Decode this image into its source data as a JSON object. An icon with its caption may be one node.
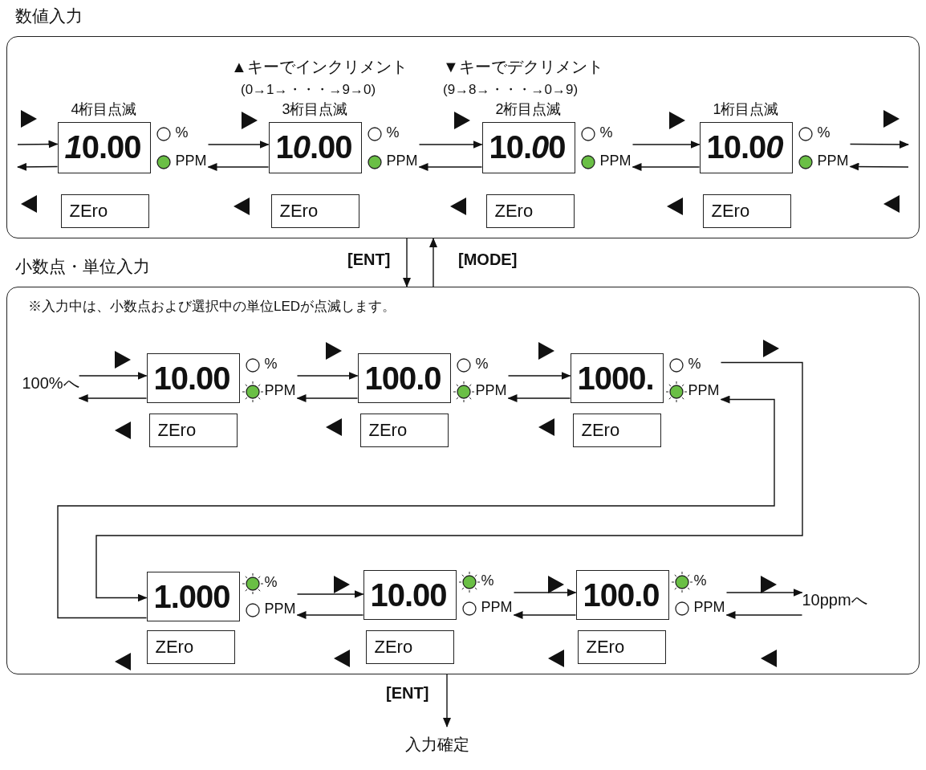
{
  "diagram": {
    "nodes": [
      {
        "text": [
          "数値入力"
        ]
      },
      {
        "text": [
          "10.00"
        ],
        "in": 0,
        "beside": [
          "4桁目点滅",
          "%",
          "PPM"
        ]
      },
      {
        "text": [
          "ZEro"
        ],
        "in": 0
      },
      {
        "text": [
          "10.00"
        ],
        "in": 0,
        "beside": [
          "3桁目点滅",
          "%",
          "PPM"
        ]
      },
      {
        "text": [
          "ZEro"
        ],
        "in": 0
      },
      {
        "text": [
          "10.00"
        ],
        "in": 0,
        "beside": [
          "2桁目点滅",
          "%",
          "PPM"
        ]
      },
      {
        "text": [
          "ZEro"
        ],
        "in": 0
      },
      {
        "text": [
          "10.00"
        ],
        "in": 0,
        "beside": [
          "1桁目点滅",
          "%",
          "PPM"
        ]
      },
      {
        "text": [
          "ZEro"
        ],
        "in": 0
      },
      {
        "text": [
          "小数点・単位入力"
        ]
      },
      {
        "text": [
          "100%へ"
        ],
        "in": 9
      },
      {
        "text": [
          "10.00"
        ],
        "in": 9,
        "beside": [
          "%",
          "PPM"
        ]
      },
      {
        "text": [
          "ZEro"
        ],
        "in": 9
      },
      {
        "text": [
          "100.0"
        ],
        "in": 9,
        "beside": [
          "%",
          "PPM"
        ]
      },
      {
        "text": [
          "ZEro"
        ],
        "in": 9
      },
      {
        "text": [
          "1000."
        ],
        "in": 9,
        "beside": [
          "%",
          "PPM"
        ]
      },
      {
        "text": [
          "ZEro"
        ],
        "in": 9
      },
      {
        "text": [
          "1.000"
        ],
        "in": 9,
        "beside": [
          "%",
          "PPM"
        ]
      },
      {
        "text": [
          "ZEro"
        ],
        "in": 9
      },
      {
        "text": [
          "10.00"
        ],
        "in": 9,
        "beside": [
          "%",
          "PPM"
        ]
      },
      {
        "text": [
          "ZEro"
        ],
        "in": 9
      },
      {
        "text": [
          "100.0"
        ],
        "in": 9,
        "beside": [
          "%",
          "PPM"
        ]
      },
      {
        "text": [
          "ZEro"
        ],
        "in": 9
      },
      {
        "text": [
          "10ppmへ"
        ],
        "in": 9
      },
      {
        "text": [
          "入力確定"
        ]
      }
    ],
    "edges": [
      {
        "from": null,
        "to": 1,
        "arrow": "to"
      },
      {
        "from": 1,
        "to": null,
        "arrow": "to"
      },
      {
        "from": 1,
        "to": 3,
        "arrow": "to"
      },
      {
        "from": 3,
        "to": 1,
        "arrow": "to"
      },
      {
        "from": 3,
        "to": 5,
        "arrow": "to"
      },
      {
        "from": 5,
        "to": 3,
        "arrow": "to"
      },
      {
        "from": 5,
        "to": 7,
        "arrow": "to"
      },
      {
        "from": 7,
        "to": 5,
        "arrow": "to"
      },
      {
        "from": 7,
        "to": null,
        "arrow": "to"
      },
      {
        "from": null,
        "to": 7,
        "arrow": "to"
      },
      {
        "from": 0,
        "to": 9,
        "arrow": "to",
        "label": "[ENT]"
      },
      {
        "from": 9,
        "to": 0,
        "arrow": "to",
        "label": "[MODE]"
      },
      {
        "from": 10,
        "to": 11,
        "arrow": "to"
      },
      {
        "from": 11,
        "to": 10,
        "arrow": "to"
      },
      {
        "from": 11,
        "to": 13,
        "arrow": "to"
      },
      {
        "from": 13,
        "to": 11,
        "arrow": "to"
      },
      {
        "from": 13,
        "to": 15,
        "arrow": "to"
      },
      {
        "from": 15,
        "to": 13,
        "arrow": "to"
      },
      {
        "from": 15,
        "to": 17,
        "arrow": "to"
      },
      {
        "from": 17,
        "to": 15,
        "arrow": "to"
      },
      {
        "from": 17,
        "to": 19,
        "arrow": "to"
      },
      {
        "from": 19,
        "to": 17,
        "arrow": "to"
      },
      {
        "from": 19,
        "to": 21,
        "arrow": "to"
      },
      {
        "from": 21,
        "to": 19,
        "arrow": "to"
      },
      {
        "from": 21,
        "to": 23,
        "arrow": "to"
      },
      {
        "from": 23,
        "to": 21,
        "arrow": "to"
      },
      {
        "from": 9,
        "to": 24,
        "arrow": "to",
        "label": "[ENT]"
      }
    ],
    "labels": [
      "▲キーでインクリメント",
      "(0→1→・・・→9→0)",
      "▼キーでデクリメント",
      "(9→8→・・・→0→9)",
      "※入力中は、小数点および選択中の単位LEDが点滅します。"
    ]
  }
}
